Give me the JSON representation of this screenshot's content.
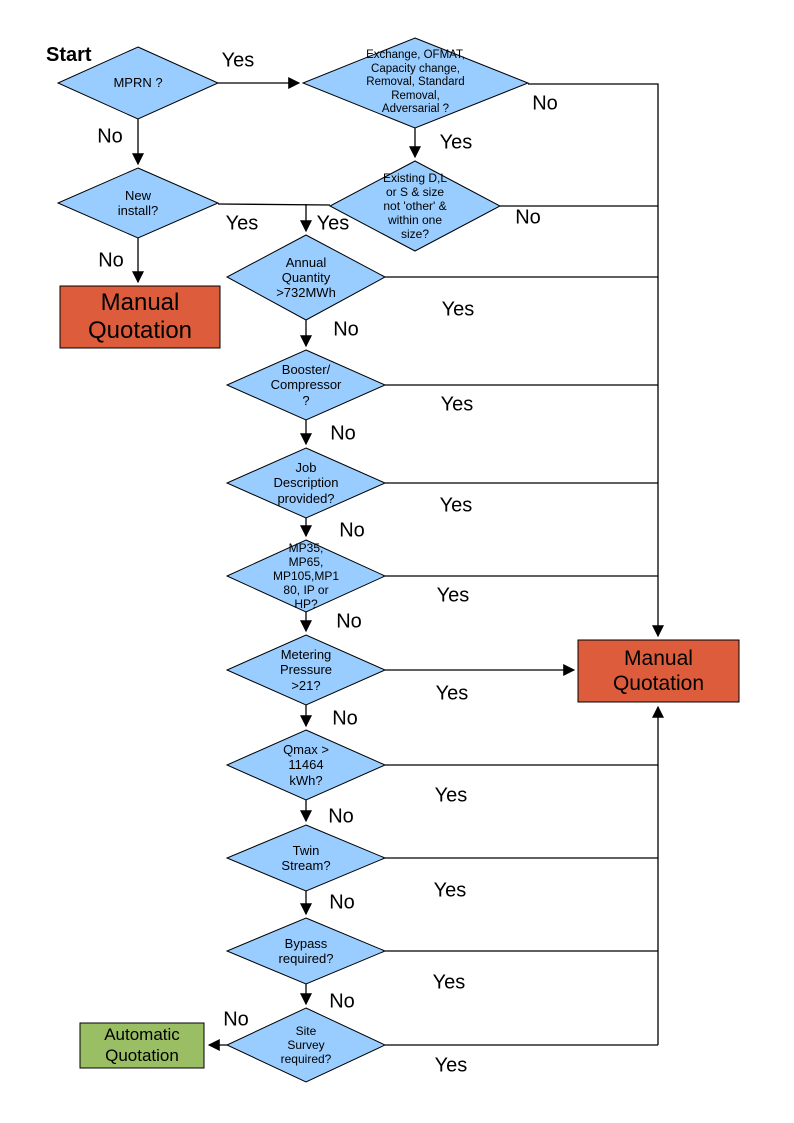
{
  "page": {
    "background": "#FFFFFF"
  },
  "colors": {
    "decision_fill": "#99CCFF",
    "decision_border": "#000000",
    "manual_fill": "#DD5C3C",
    "automatic_fill": "#9ABE63",
    "line_color": "#000000",
    "text_color": "#000000"
  },
  "start_label": "Start",
  "decisions": {
    "mprn": "MPRN ?",
    "exchange": "Exchange, OFMAT,\nCapacity change,\nRemoval, Standard\nRemoval,\nAdversarial ?",
    "new_install": "New\ninstall?",
    "existing": "Existing D,L\nor S & size\nnot 'other' &\nwithin one\nsize?",
    "annual": "Annual\nQuantity\n>732MWh",
    "booster": "Booster/\nCompressor\n?",
    "job": "Job\nDescription\nprovided?",
    "mp": "MP35,\nMP65,\nMP105,MP1\n80, IP or\nHP?",
    "metering": "Metering\nPressure\n>21?",
    "qmax": "Qmax >\n11464\nkWh?",
    "twin": "Twin\nStream?",
    "bypass": "Bypass\nrequired?",
    "survey": "Site\nSurvey\nrequired?"
  },
  "terminals": {
    "manual_left": "Manual\nQuotation",
    "manual_right": "Manual\nQuotation",
    "automatic": "Automatic\nQuotation"
  },
  "labels": {
    "mprn_yes": "Yes",
    "mprn_no": "No",
    "exchange_yes": "Yes",
    "exchange_no": "No",
    "newinstall_yes": "Yes",
    "newinstall_no": "No",
    "existing_yes": "Yes",
    "existing_no": "No",
    "annual_yes": "Yes",
    "annual_no": "No",
    "booster_yes": "Yes",
    "booster_no": "No",
    "job_yes": "Yes",
    "job_no": "No",
    "mp_yes": "Yes",
    "mp_no": "No",
    "metering_yes": "Yes",
    "metering_no": "No",
    "qmax_yes": "Yes",
    "qmax_no": "No",
    "twin_yes": "Yes",
    "twin_no": "No",
    "bypass_yes": "Yes",
    "bypass_no": "No",
    "survey_yes": "Yes",
    "survey_no": "No"
  }
}
